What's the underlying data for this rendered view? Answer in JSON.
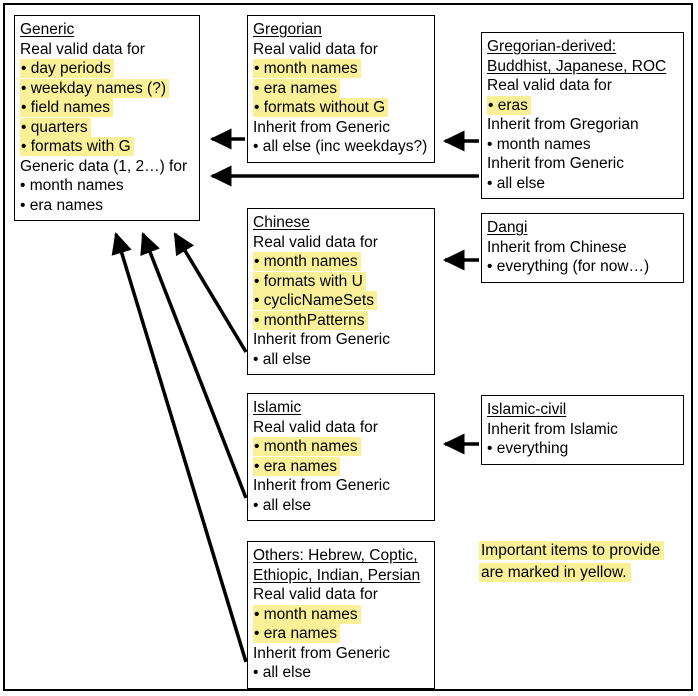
{
  "colors": {
    "highlight": "#faf098",
    "ink": "#000000",
    "background": "#ffffff"
  },
  "boxes": {
    "generic": {
      "title": "Generic",
      "lines": [
        {
          "text": "Real valid data for",
          "hl": false
        },
        {
          "text": "• day periods",
          "hl": true
        },
        {
          "text": "• weekday names (?)",
          "hl": true
        },
        {
          "text": "• field names",
          "hl": true
        },
        {
          "text": "• quarters",
          "hl": true
        },
        {
          "text": "• formats with G",
          "hl": true
        },
        {
          "text": "Generic data (1, 2…) for",
          "hl": false
        },
        {
          "text": "• month names",
          "hl": false
        },
        {
          "text": "• era names",
          "hl": false
        }
      ]
    },
    "gregorian": {
      "title": "Gregorian",
      "lines": [
        {
          "text": "Real valid data for",
          "hl": false
        },
        {
          "text": "• month names",
          "hl": true
        },
        {
          "text": "• era names",
          "hl": true
        },
        {
          "text": "• formats without G",
          "hl": true
        },
        {
          "text": "Inherit from Generic",
          "hl": false
        },
        {
          "text": "• all else (inc weekdays?)",
          "hl": false
        }
      ]
    },
    "gregorian_derived": {
      "title_line1": "Gregorian-derived:",
      "title_line2": "Buddhist, Japanese, ROC",
      "lines": [
        {
          "text": "Real valid data for",
          "hl": false
        },
        {
          "text": "• eras",
          "hl": true
        },
        {
          "text": "Inherit from Gregorian",
          "hl": false
        },
        {
          "text": "• month names",
          "hl": false
        },
        {
          "text": "Inherit from Generic",
          "hl": false
        },
        {
          "text": "• all else",
          "hl": false
        }
      ]
    },
    "chinese": {
      "title": "Chinese",
      "lines": [
        {
          "text": "Real valid data for",
          "hl": false
        },
        {
          "text": "• month names",
          "hl": true
        },
        {
          "text": "• formats with U",
          "hl": true
        },
        {
          "text": "• cyclicNameSets",
          "hl": true
        },
        {
          "text": "• monthPatterns",
          "hl": true
        },
        {
          "text": "Inherit from Generic",
          "hl": false
        },
        {
          "text": "• all else",
          "hl": false
        }
      ]
    },
    "dangi": {
      "title": "Dangi",
      "lines": [
        {
          "text": "Inherit from Chinese",
          "hl": false
        },
        {
          "text": "• everything (for now…)",
          "hl": false
        }
      ]
    },
    "islamic": {
      "title": "Islamic",
      "lines": [
        {
          "text": "Real valid data for",
          "hl": false
        },
        {
          "text": "• month names",
          "hl": true
        },
        {
          "text": "• era names",
          "hl": true
        },
        {
          "text": "Inherit from Generic",
          "hl": false
        },
        {
          "text": "• all else",
          "hl": false
        }
      ]
    },
    "islamic_civil": {
      "title": "Islamic-civil",
      "lines": [
        {
          "text": "Inherit from Islamic",
          "hl": false
        },
        {
          "text": "• everything",
          "hl": false
        }
      ]
    },
    "others": {
      "title_line1": "Others: Hebrew, Coptic,",
      "title_line2": "Ethiopic, Indian, Persian",
      "lines": [
        {
          "text": "Real valid data for",
          "hl": false
        },
        {
          "text": "• month names",
          "hl": true
        },
        {
          "text": "• era names",
          "hl": true
        },
        {
          "text": "Inherit from Generic",
          "hl": false
        },
        {
          "text": "• all else",
          "hl": false
        }
      ]
    }
  },
  "note": {
    "line1": "Important items to provide",
    "line2": "are marked in yellow."
  }
}
